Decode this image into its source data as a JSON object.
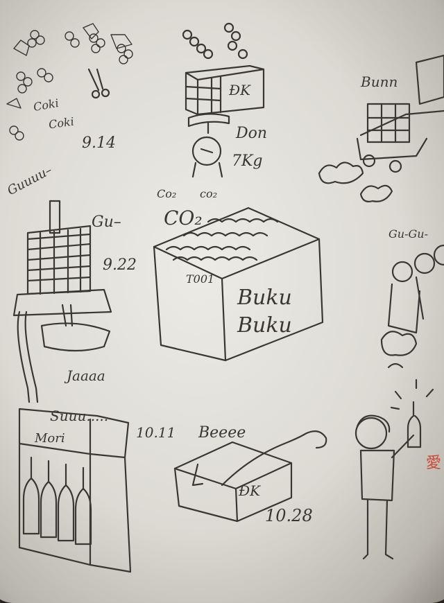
{
  "annotations": {
    "coki1": "Coki",
    "coki2": "Coki",
    "date1": "9.14",
    "guuuu": "Guuuu–",
    "gu": "Gu–",
    "date2": "9.22",
    "jaaaa": "Jaaaa",
    "co2_small_1": "Co₂",
    "co2_small_2": "co₂",
    "co2_big": "CO₂",
    "tank_id": "T001",
    "buku1": "Buku",
    "buku2": "Buku",
    "don": "Don",
    "weight": "7Kg",
    "dk_crate": "ÐK",
    "bunn": "Bunn",
    "gugu": "Gu-Gu-",
    "suuu": "Suuu.....",
    "date3": "10.11",
    "mori": "Mori",
    "beeee": "Beeee",
    "dk_box": "ÐK",
    "date4": "10.28",
    "red_char": "愛"
  }
}
